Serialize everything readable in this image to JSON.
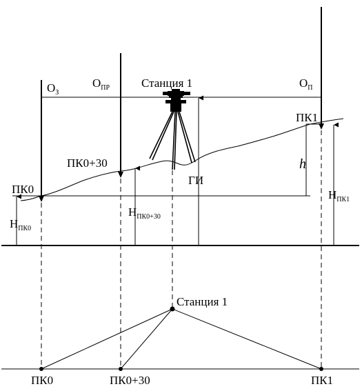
{
  "diagram": {
    "labels": {
      "o_back_main": "О",
      "o_back_sub": "З",
      "o_inter_main": "О",
      "o_inter_sub": "ПР",
      "o_front_main": "О",
      "o_front_sub": "П",
      "station_top": "Станция 1",
      "pk1_top": "ПК1",
      "pk0_30_top": "ПК0+30",
      "pk0_top": "ПК0",
      "h": "h",
      "gi": "ГИ",
      "h_pk0_main": "Н",
      "h_pk0_sub": "ПК0",
      "h_pk030_main": "Н",
      "h_pk030_sub": "ПК0+30",
      "h_pk1_main": "Н",
      "h_pk1_sub": "ПК1",
      "station_plan": "Станция 1",
      "pk0_bottom": "ПК0",
      "pk0_30_bottom": "ПК0+30",
      "pk1_bottom": "ПК1"
    }
  }
}
